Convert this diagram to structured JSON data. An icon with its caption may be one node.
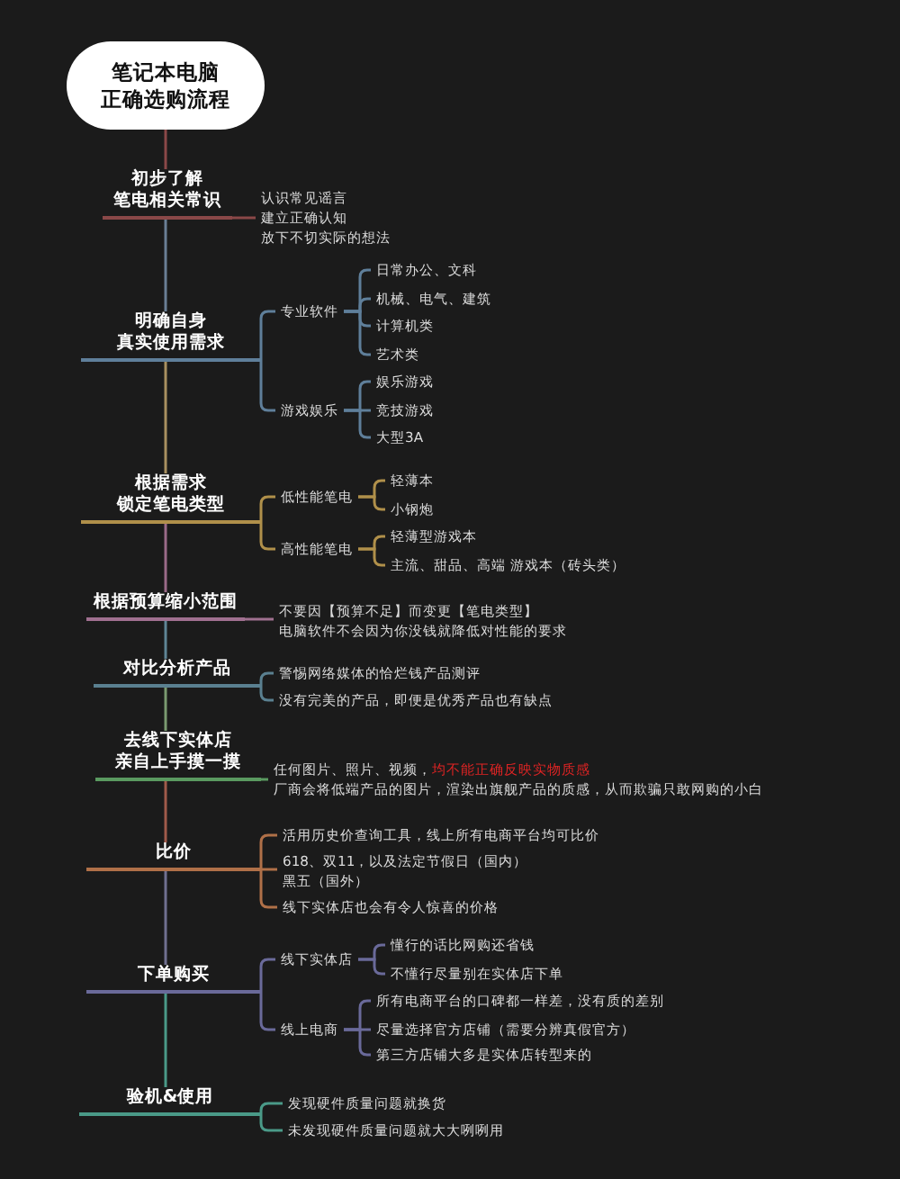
{
  "diagram": {
    "nodes": [
      {
        "text": [
          "笔记本电脑正确选购流程"
        ]
      },
      {
        "text": [
          "初步了解笔电相关常识"
        ]
      },
      {
        "text": [
          "认识常见谣言建立正确认知放下不切实际的想法"
        ]
      },
      {
        "text": [
          "明确自身真实使用需求"
        ]
      },
      {
        "text": [
          "专业软件"
        ]
      },
      {
        "text": [
          "日常办公、文科"
        ]
      },
      {
        "text": [
          "机械、电气、建筑"
        ]
      },
      {
        "text": [
          "计算机类"
        ]
      },
      {
        "text": [
          "艺术类"
        ]
      },
      {
        "text": [
          "游戏娱乐"
        ]
      },
      {
        "text": [
          "娱乐游戏"
        ]
      },
      {
        "text": [
          "竞技游戏"
        ]
      },
      {
        "text": [
          "大型3A"
        ]
      },
      {
        "text": [
          "根据需求锁定笔电类型"
        ]
      },
      {
        "text": [
          "低性能笔电"
        ]
      },
      {
        "text": [
          "轻薄本"
        ]
      },
      {
        "text": [
          "小钢炮"
        ]
      },
      {
        "text": [
          "高性能笔电"
        ]
      },
      {
        "text": [
          "轻薄型游戏本"
        ]
      },
      {
        "text": [
          "主流、甜品、高端 游戏本（砖头类）"
        ]
      },
      {
        "text": [
          "根据预算缩小范围"
        ]
      },
      {
        "text": [
          "不要因【预算不足】而变更【笔电类型】",
          "电脑软件不会因为你没钱就降低对性能的要求"
        ]
      },
      {
        "text": [
          "对比分析产品"
        ]
      },
      {
        "text": [
          "警惕网络媒体的恰烂钱产品测评"
        ]
      },
      {
        "text": [
          "没有完美的产品，即便是优秀产品也有缺点"
        ]
      },
      {
        "text": [
          "去线下实体店亲自上手摸一摸"
        ]
      },
      {
        "text": [
          "任何图片、照片、视频，",
          "均不能正确反映实物质感",
          "厂商会将低端产品的图片，渲染出旗舰产品的质感，从而欺骗只敢网购的小白"
        ]
      },
      {
        "text": [
          "比价"
        ]
      },
      {
        "text": [
          "活用历史价查询工具，线上所有电商平台均可比价"
        ]
      },
      {
        "text": [
          "618、双11，以及法定节假日（国内）",
          "黑五（国外）"
        ]
      },
      {
        "text": [
          "线下实体店也会有令人惊喜的价格"
        ]
      },
      {
        "text": [
          "下单购买"
        ]
      },
      {
        "text": [
          "线下实体店"
        ]
      },
      {
        "text": [
          "懂行的话比网购还省钱"
        ]
      },
      {
        "text": [
          "不懂行尽量别在实体店下单"
        ]
      },
      {
        "text": [
          "线上电商"
        ]
      },
      {
        "text": [
          "所有电商平台的口碑都一样差，没有质的差别"
        ]
      },
      {
        "text": [
          "尽量选择官方店铺（需要分辨真假官方）"
        ]
      },
      {
        "text": [
          "第三方店铺大多是实体店转型来的"
        ]
      },
      {
        "text": [
          "验机&使用"
        ]
      },
      {
        "text": [
          "发现硬件质量问题就换货"
        ]
      },
      {
        "text": [
          "未发现硬件质量问题就大大咧咧用"
        ]
      }
    ],
    "edges": [
      {
        "from": 0,
        "to": 1,
        "arrow": "none",
        "color": "#8a4848"
      },
      {
        "from": 1,
        "to": 2,
        "arrow": "none",
        "color": "#8a4848"
      },
      {
        "from": 1,
        "to": 3,
        "arrow": "none",
        "color": "#6a7f95"
      },
      {
        "from": 3,
        "to": 4,
        "arrow": "none",
        "color": "#5f7f9a"
      },
      {
        "from": 4,
        "to": 5,
        "arrow": "none",
        "color": "#5f7f9a"
      },
      {
        "from": 4,
        "to": 6,
        "arrow": "none",
        "color": "#5f7f9a"
      },
      {
        "from": 4,
        "to": 7,
        "arrow": "none",
        "color": "#5f7f9a"
      },
      {
        "from": 4,
        "to": 8,
        "arrow": "none",
        "color": "#5f7f9a"
      },
      {
        "from": 3,
        "to": 9,
        "arrow": "none",
        "color": "#5f7f9a"
      },
      {
        "from": 9,
        "to": 10,
        "arrow": "none",
        "color": "#5f7f9a"
      },
      {
        "from": 9,
        "to": 11,
        "arrow": "none",
        "color": "#5f7f9a"
      },
      {
        "from": 9,
        "to": 12,
        "arrow": "none",
        "color": "#5f7f9a"
      },
      {
        "from": 3,
        "to": 13,
        "arrow": "none",
        "color": "#a89060"
      },
      {
        "from": 13,
        "to": 14,
        "arrow": "none",
        "color": "#b0904a"
      },
      {
        "from": 14,
        "to": 15,
        "arrow": "none",
        "color": "#b0904a"
      },
      {
        "from": 14,
        "to": 16,
        "arrow": "none",
        "color": "#b0904a"
      },
      {
        "from": 13,
        "to": 17,
        "arrow": "none",
        "color": "#b0904a"
      },
      {
        "from": 17,
        "to": 18,
        "arrow": "none",
        "color": "#b0904a"
      },
      {
        "from": 17,
        "to": 19,
        "arrow": "none",
        "color": "#b0904a"
      },
      {
        "from": 13,
        "to": 20,
        "arrow": "none",
        "color": "#9a6a88"
      },
      {
        "from": 20,
        "to": 21,
        "arrow": "none",
        "color": "#a07090"
      },
      {
        "from": 20,
        "to": 22,
        "arrow": "none",
        "color": "#5f8595"
      },
      {
        "from": 22,
        "to": 23,
        "arrow": "none",
        "color": "#5a8090"
      },
      {
        "from": 22,
        "to": 24,
        "arrow": "none",
        "color": "#5a8090"
      },
      {
        "from": 22,
        "to": 25,
        "arrow": "none",
        "color": "#7a9a70"
      },
      {
        "from": 25,
        "to": 26,
        "arrow": "none",
        "color": "#5a9a60"
      },
      {
        "from": 25,
        "to": 27,
        "arrow": "none",
        "color": "#a05a4a"
      },
      {
        "from": 27,
        "to": 28,
        "arrow": "none",
        "color": "#b07048"
      },
      {
        "from": 27,
        "to": 29,
        "arrow": "none",
        "color": "#b07048"
      },
      {
        "from": 27,
        "to": 30,
        "arrow": "none",
        "color": "#b07048"
      },
      {
        "from": 27,
        "to": 31,
        "arrow": "none",
        "color": "#707090"
      },
      {
        "from": 31,
        "to": 32,
        "arrow": "none",
        "color": "#6a6a9a"
      },
      {
        "from": 32,
        "to": 33,
        "arrow": "none",
        "color": "#6a6a9a"
      },
      {
        "from": 32,
        "to": 34,
        "arrow": "none",
        "color": "#6a6a9a"
      },
      {
        "from": 31,
        "to": 35,
        "arrow": "none",
        "color": "#6a6a9a"
      },
      {
        "from": 35,
        "to": 36,
        "arrow": "none",
        "color": "#6a6a9a"
      },
      {
        "from": 35,
        "to": 37,
        "arrow": "none",
        "color": "#6a6a9a"
      },
      {
        "from": 35,
        "to": 38,
        "arrow": "none",
        "color": "#6a6a9a"
      },
      {
        "from": 31,
        "to": 39,
        "arrow": "none",
        "color": "#4a9a88"
      },
      {
        "from": 39,
        "to": 40,
        "arrow": "none",
        "color": "#4a9a88"
      },
      {
        "from": 39,
        "to": 41,
        "arrow": "none",
        "color": "#4a9a88"
      }
    ]
  }
}
